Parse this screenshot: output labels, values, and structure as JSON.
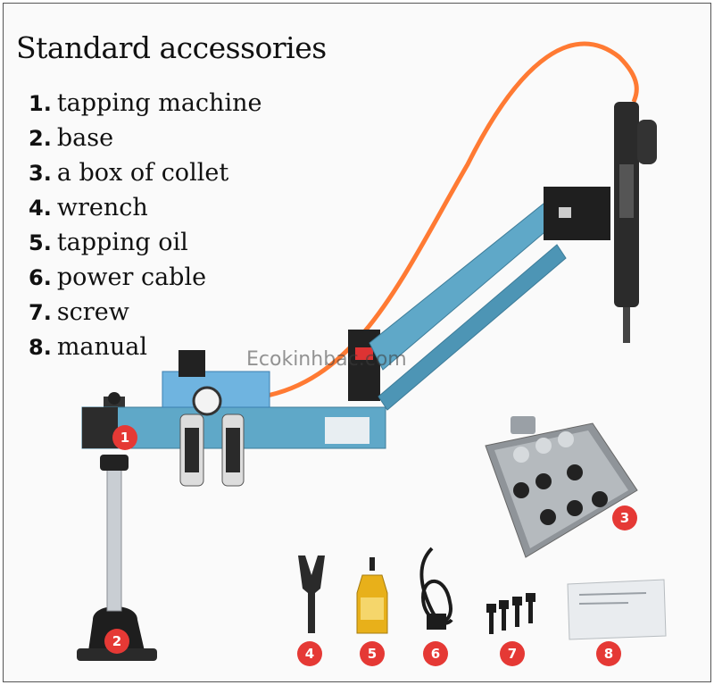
{
  "title": "Standard accessories",
  "items": [
    {
      "num": "1.",
      "label": "tapping machine"
    },
    {
      "num": "2.",
      "label": "base"
    },
    {
      "num": "3.",
      "label": "a box of collet"
    },
    {
      "num": "4.",
      "label": "wrench"
    },
    {
      "num": "5.",
      "label": "tapping oil"
    },
    {
      "num": "6.",
      "label": "power cable"
    },
    {
      "num": "7.",
      "label": "screw"
    },
    {
      "num": "8.",
      "label": "manual"
    }
  ],
  "watermark": "Ecokinhbac.com",
  "badges": [
    "1",
    "2",
    "3",
    "4",
    "5",
    "6",
    "7",
    "8"
  ],
  "colors": {
    "arm": "#5fa8c8",
    "badge": "#e53935",
    "cable": "#ff7a33"
  }
}
